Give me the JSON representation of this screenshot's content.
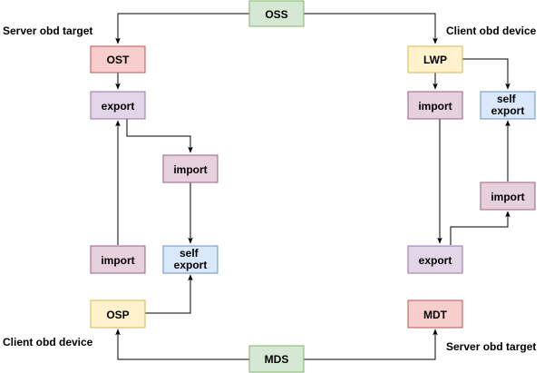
{
  "colors": {
    "green": {
      "fill": "#d5e8d4",
      "stroke": "#82b366"
    },
    "red": {
      "fill": "#f8cecc",
      "stroke": "#b85450"
    },
    "yellow": {
      "fill": "#fff2cc",
      "stroke": "#d6b656"
    },
    "purple": {
      "fill": "#e1d5e7",
      "stroke": "#9673a6"
    },
    "magenta": {
      "fill": "#e6d0de",
      "stroke": "#996185"
    },
    "blue": {
      "fill": "#dae8fc",
      "stroke": "#6c8ebf"
    },
    "line": "#000000"
  },
  "nodes": {
    "oss": {
      "label": "OSS",
      "color": "green"
    },
    "mds": {
      "label": "MDS",
      "color": "green"
    },
    "ost": {
      "label": "OST",
      "color": "red"
    },
    "mdt": {
      "label": "MDT",
      "color": "red"
    },
    "lwp": {
      "label": "LWP",
      "color": "yellow"
    },
    "osp": {
      "label": "OSP",
      "color": "yellow"
    },
    "export_ost": {
      "label": "export",
      "color": "purple"
    },
    "export_mdt": {
      "label": "export",
      "color": "purple"
    },
    "import_lwp": {
      "label": "import",
      "color": "magenta"
    },
    "import_mid_left": {
      "label": "import",
      "color": "magenta"
    },
    "import_osp": {
      "label": "import",
      "color": "magenta"
    },
    "import_mid_right": {
      "label": "import",
      "color": "magenta"
    },
    "self_export_left": {
      "label": "self export",
      "color": "blue"
    },
    "self_export_right": {
      "label": "self export",
      "color": "blue"
    }
  },
  "captions": {
    "server_obd_target_top": "Server obd target",
    "client_obd_device_top": "Client obd device",
    "client_obd_device_bottom": "Client obd device",
    "server_obd_target_bottom": "Server obd target"
  }
}
